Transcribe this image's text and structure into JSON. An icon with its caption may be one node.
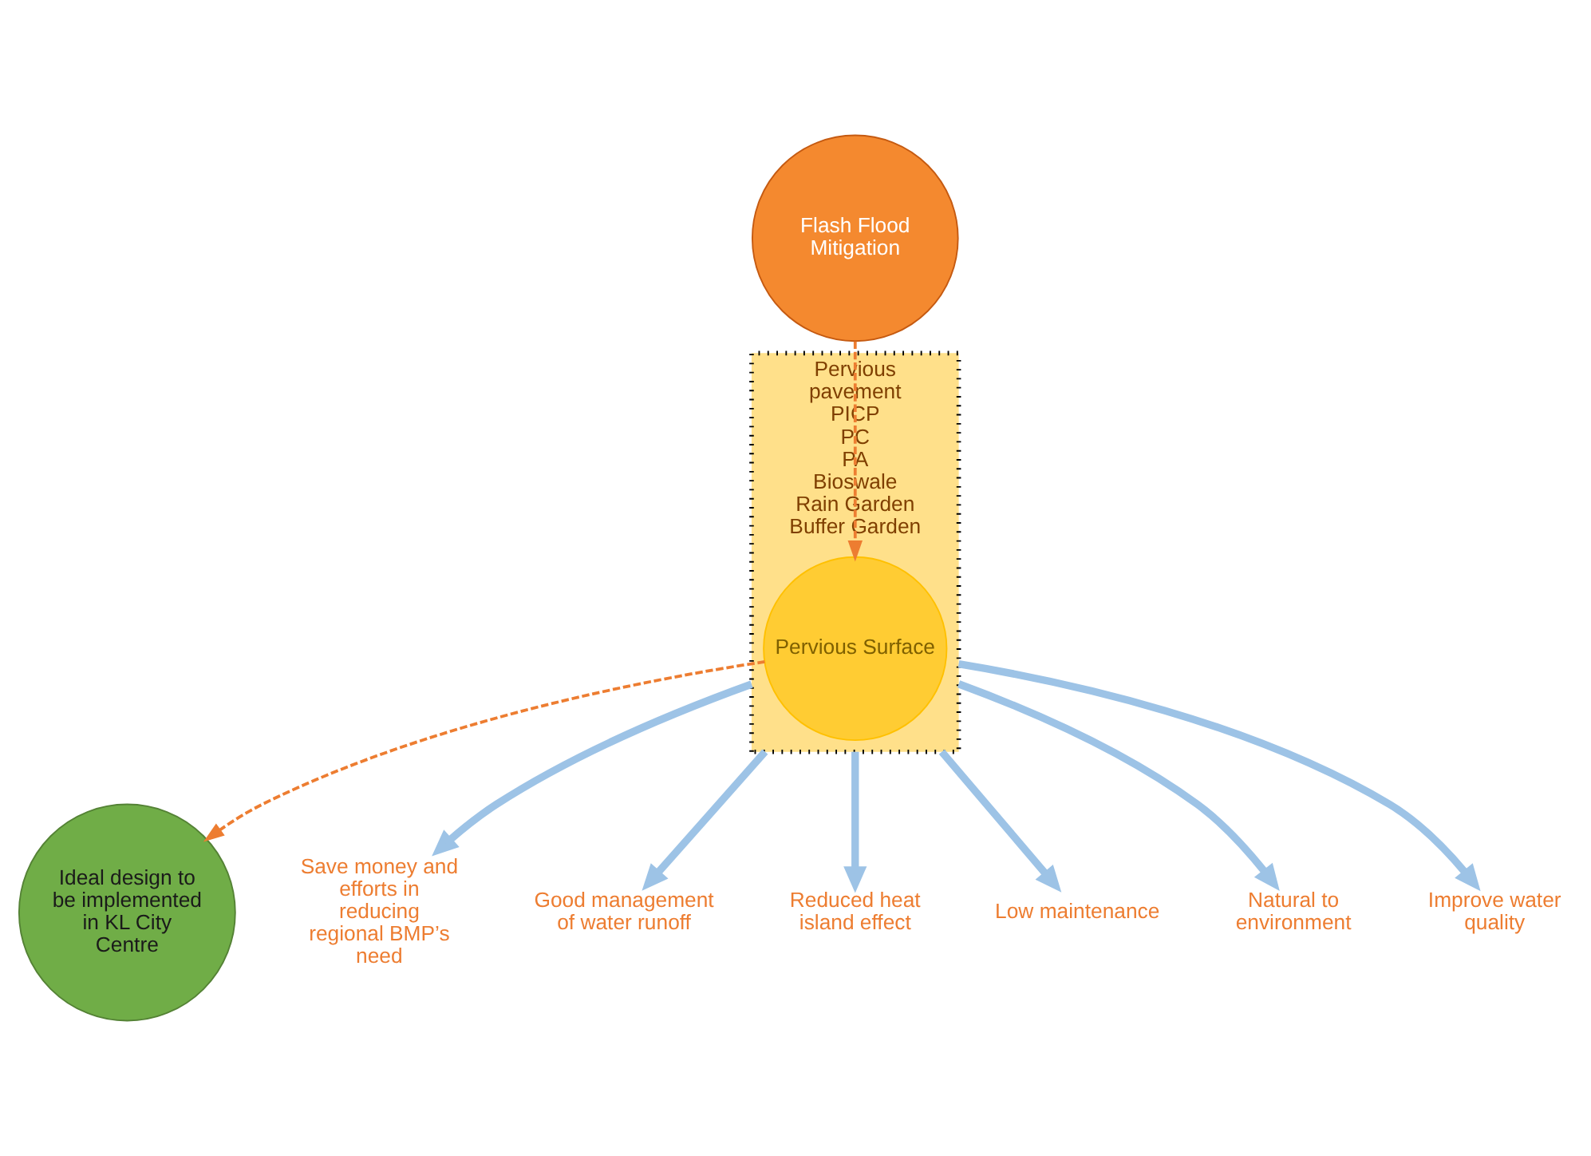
{
  "diagram": {
    "nodes": [
      {
        "text": [
          "Flash Flood Mitigation"
        ]
      },
      {
        "text": [
          "Pervious pavement",
          "PICP",
          "PC",
          "PA",
          "Bioswale",
          "Rain Garden",
          "Buffer Garden"
        ]
      },
      {
        "text": [
          "Pervious Surface"
        ],
        "in": 1
      },
      {
        "text": [
          "Ideal design to be implemented in KL City Centre"
        ]
      },
      {
        "text": [
          "Save money and efforts in reducing regional BMP’s need"
        ]
      },
      {
        "text": [
          "Good management of water runoff"
        ]
      },
      {
        "text": [
          "Reduced heat island effect"
        ]
      },
      {
        "text": [
          "Low maintenance"
        ]
      },
      {
        "text": [
          "Natural to environment"
        ]
      },
      {
        "text": [
          "Improve water quality"
        ]
      }
    ],
    "edges": [
      {
        "from": 0,
        "to": 2,
        "arrow": "to",
        "style": "dashed",
        "color": "#ed7d31"
      },
      {
        "from": 2,
        "to": 3,
        "arrow": "to",
        "style": "dashed",
        "color": "#ed7d31"
      },
      {
        "from": 1,
        "to": 4,
        "arrow": "to"
      },
      {
        "from": 1,
        "to": 5,
        "arrow": "to"
      },
      {
        "from": 1,
        "to": 6,
        "arrow": "to"
      },
      {
        "from": 1,
        "to": 7,
        "arrow": "to"
      },
      {
        "from": 1,
        "to": 8,
        "arrow": "to"
      },
      {
        "from": 1,
        "to": 9,
        "arrow": "to"
      }
    ]
  }
}
